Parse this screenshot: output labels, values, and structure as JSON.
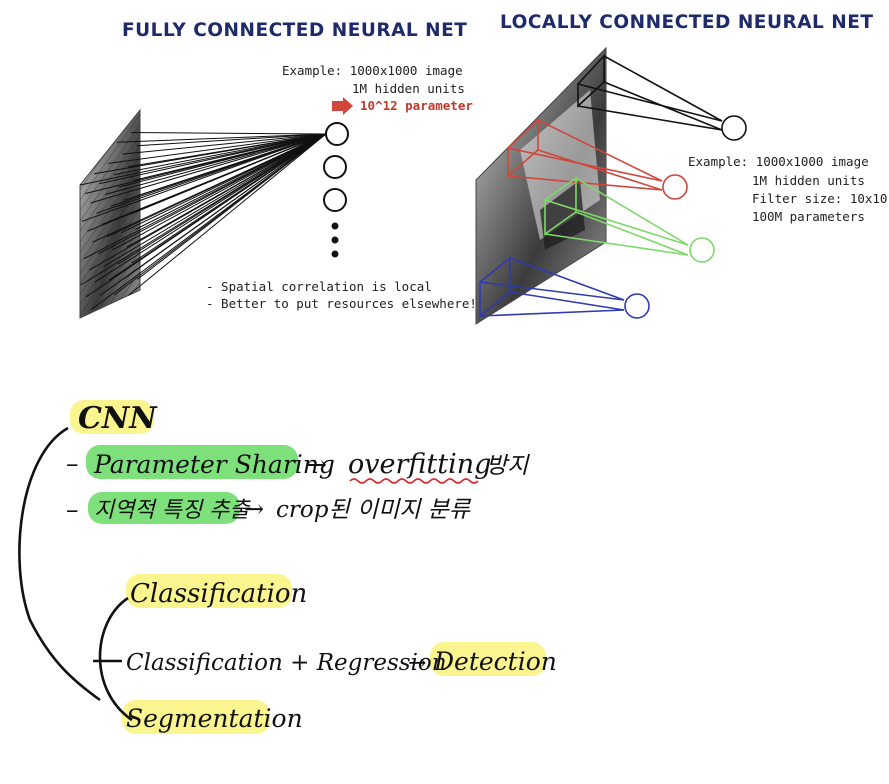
{
  "fc": {
    "title": "FULLY CONNECTED NEURAL NET",
    "example": [
      "Example: 1000x1000 image",
      "1M hidden units",
      "10^12 parameter"
    ],
    "notes": [
      "- Spatial correlation is local",
      "- Better to put resources elsewhere!"
    ]
  },
  "lc": {
    "title": "LOCALLY CONNECTED NEURAL NET",
    "example": [
      "Example: 1000x1000 image",
      "1M hidden units",
      "Filter size: 10x10",
      "100M parameters"
    ]
  },
  "notes": {
    "cnn": "CNN",
    "line1_highlight": "Parameter Sharing",
    "line1_arrow": "→",
    "line1_target": "overfitting",
    "line1_suffix": "방지",
    "line2_highlight": "지역적 특징 추출",
    "line2_arrow": "→",
    "line2_rest": "crop된 이미지 분류",
    "classification": "Classification",
    "cls_reg_prefix": "Classification + Regression",
    "cls_reg_arrow": "→",
    "detection": "Detection",
    "segmentation": "Segmentation"
  },
  "colors": {
    "title": "#1f2a6b",
    "red": "#d0463a",
    "green": "#7ed86a",
    "blue": "#2f3ab0",
    "highlight_green": "#7ee07a",
    "highlight_yellow": "#faf58e",
    "squiggle": "#d83030"
  }
}
